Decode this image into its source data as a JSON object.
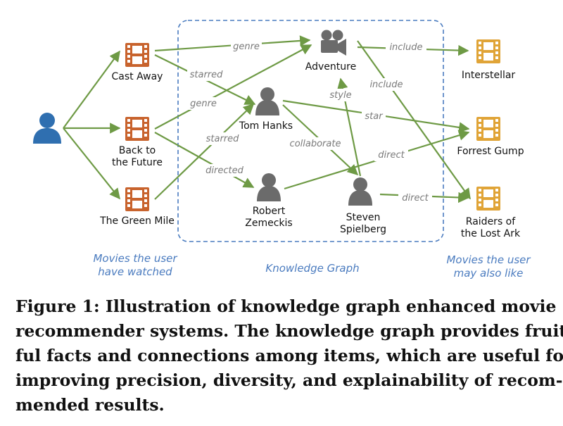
{
  "diagram": {
    "user": {
      "icon": "user-icon"
    },
    "watched": [
      {
        "label_lines": [
          "Cast Away"
        ],
        "icon": "film-icon"
      },
      {
        "label_lines": [
          "Back to",
          "the Future"
        ],
        "icon": "film-icon"
      },
      {
        "label_lines": [
          "The Green Mile"
        ],
        "icon": "film-icon"
      }
    ],
    "kg_nodes": [
      {
        "label_lines": [
          "Adventure"
        ],
        "icon": "movie-camera-icon"
      },
      {
        "label_lines": [
          "Tom Hanks"
        ],
        "icon": "person-icon"
      },
      {
        "label_lines": [
          "Robert",
          "Zemeckis"
        ],
        "icon": "person-icon"
      },
      {
        "label_lines": [
          "Steven",
          "Spielberg"
        ],
        "icon": "person-icon"
      }
    ],
    "recommended": [
      {
        "label_lines": [
          "Interstellar"
        ],
        "icon": "film-icon"
      },
      {
        "label_lines": [
          "Forrest Gump"
        ],
        "icon": "film-icon"
      },
      {
        "label_lines": [
          "Raiders of",
          "the Lost Ark"
        ],
        "icon": "film-icon"
      }
    ],
    "edge_labels": {
      "genre_1": "genre",
      "genre_2": "genre",
      "starred_1": "starred",
      "starred_2": "starred",
      "directed": "directed",
      "include_1": "include",
      "include_2": "include",
      "style": "style",
      "star": "star",
      "collaborate": "collaborate",
      "direct_1": "direct",
      "direct_2": "direct"
    },
    "section_labels": {
      "watched": [
        "Movies the user",
        "have watched"
      ],
      "kg": [
        "Knowledge Graph"
      ],
      "recommended": [
        "Movies the user",
        "may also like"
      ]
    },
    "colors": {
      "edge": "#6e9a45",
      "watched_film": "#c8632d",
      "recommended_film": "#e0a437",
      "kg_icon": "#6b6b6b",
      "user_icon": "#2f6fb0",
      "kg_border": "#4a7bbf",
      "section_text": "#4a7bbf",
      "edge_label_text": "#7a7a7a"
    }
  },
  "caption": {
    "lines": [
      "Figure 1: Illustration of knowledge graph enhanced movie",
      "recommender systems. The knowledge graph provides fruit-",
      "ful facts and connections among items, which are useful for",
      "improving precision, diversity, and explainability of recom-",
      "mended results."
    ]
  }
}
